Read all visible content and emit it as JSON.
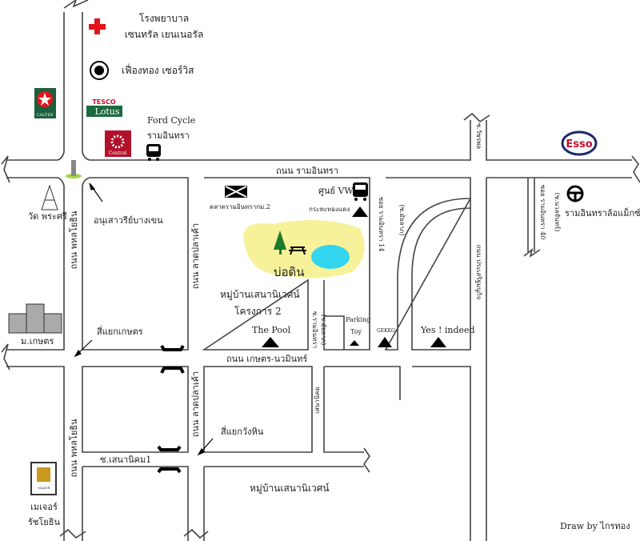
{
  "map": {
    "roads": {
      "ramintra": "ถนน รามอินทรา",
      "phahonyothin": "ถนน พหลโยธิน",
      "phahonyothin_lower": "ถนน พหลโยธิน",
      "lat_pla_khao": "ถนน ลาดปลาเค้า",
      "lat_pla_khao_lower": "ถนน ลาดปลาเค้า",
      "kaset_nawamin": "ถนน เกษตร-นวมินทร์",
      "soi_ramintra_14": "ซอย รามอินทรา 14",
      "soi_14_alias": "(ซ.มัยลาภ)",
      "soi_ramintra_40": "ซอย รามอินทรา 40",
      "soi_40_alias": "(ซ.นวลจันทร์)",
      "vatcharapol": "ซ.วัชรพล",
      "prasertmanukit": "ถนน ประเสริฐมนูกิจ",
      "small_soi_ramintra": "ซ.รามอินทรา",
      "small_soi_alias": "(ซ.มัยลาภ)",
      "senanikom": "เสนานิคม",
      "soi_senanikom_1": "ซ.เสนานิคม1"
    },
    "places": {
      "hospital_line1": "โรงพยาบาล",
      "hospital_line2": "เซนทรัล เยนเนอรัล",
      "fueangthong": "เฟื่องทอง เซอร์วิส",
      "caltex": "CALTEX",
      "tesco": "TESCO",
      "lotus": "Lotus",
      "central": "Central",
      "ford_line1": "Ford Cycle",
      "ford_line2": "รามอินทรา",
      "esso": "Esso",
      "wat": "วัด พระศรี",
      "monument": "อนุเสาวรีย์บางเขน",
      "market": "ตลาดรามอินทรากม.2",
      "vw": "ศูนย์ VW",
      "krathing": "กระทะทองแดง",
      "bo_din": "บ่อดิน",
      "village_1": "หมู่บ้านเสนานิเวศน์",
      "village_2": "โครงการ 2",
      "pool": "The Pool",
      "parking": "Parking",
      "toy": "Toy",
      "gekko": "GEKKO",
      "yes_indeed": "Yes ! indeed",
      "ramintra_auto": "รามอินทราล้อแม็กซ์",
      "kaset_univ": "ม.เกษตร",
      "kaset_intersection": "สี่แยกเกษตร",
      "wanghin_intersection": "สี่แยกวังหิน",
      "village_lower": "หมู่บ้านเสนานิเวศน์",
      "major_logo": "MAJOR",
      "major_line1": "เมเจอร์",
      "major_line2": "รัชโยธิน"
    },
    "credit": "Draw by ไกรทอง",
    "colors": {
      "park": "#f7f29a",
      "pond": "#33d6ee",
      "tree": "#1e7a2a",
      "cross": "#e3141b",
      "caltex": "#1c5f3b",
      "central": "#b3102a",
      "esso": "#c8102e",
      "major": "#c99a1e"
    }
  }
}
